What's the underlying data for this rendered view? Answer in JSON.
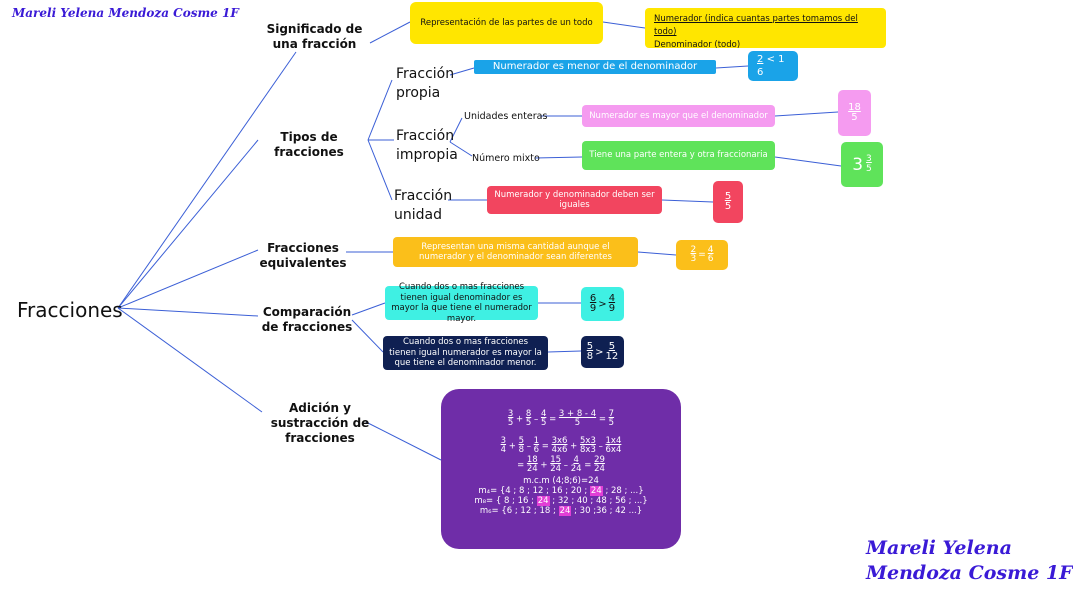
{
  "author_top": "Mareli Yelena Mendoza Cosme 1F",
  "author_bottom_line1": "Mareli Yelena",
  "author_bottom_line2": "Mendoza Cosme 1F",
  "root": "Fracciones",
  "branches": {
    "significado": "Significado de una fracción",
    "tipos": "Tipos de fracciones",
    "equivalentes": "Fracciones equivalentes",
    "comparacion": "Comparación de fracciones",
    "adicion": "Adición y sustracción de fracciones"
  },
  "significado": {
    "box": "Representación de las partes de un todo",
    "numerador": "Numerador (indica cuantas partes tomamos del todo)",
    "denominador": "Denominador (todo)"
  },
  "tipos": {
    "propia": {
      "label": "Fracción propia",
      "desc": "Numerador es menor de el denominador",
      "ex_a": "2",
      "ex_op": "<",
      "ex_b": "1",
      "ex_den": "6"
    },
    "impropia": {
      "label": "Fracción impropia",
      "unidades": {
        "label": "Unidades enteras",
        "desc": "Numerador es mayor que el denominador",
        "ex_num": "18",
        "ex_den": "5"
      },
      "mixto": {
        "label": "Número mixto",
        "desc": "Tiene una parte entera y otra fraccionaria",
        "ex_whole": "3",
        "ex_num": "3",
        "ex_den": "5"
      }
    },
    "unidad": {
      "label": "Fracción unidad",
      "desc": "Numerador y denominador deben ser iguales",
      "ex_num": "5",
      "ex_den": "5"
    }
  },
  "equivalentes": {
    "desc": "Representan una misma cantidad aunque el numerador y el denominador sean diferentes",
    "ex": [
      "2",
      "3",
      "=",
      "4",
      "6"
    ]
  },
  "comparacion": {
    "c1": {
      "desc": "Cuando dos o mas fracciones tienen igual denominador es mayor la que tiene el numerador mayor.",
      "ex": [
        "6",
        "9",
        ">",
        "4",
        "9"
      ]
    },
    "c2": {
      "desc": "Cuando dos o mas fracciones tienen igual numerador es mayor la que tiene el denominador menor.",
      "ex": [
        "5",
        "8",
        ">",
        "5",
        "12"
      ]
    }
  },
  "adicion": {
    "eq1": {
      "a": [
        "3",
        "5"
      ],
      "b": [
        "8",
        "5"
      ],
      "c": [
        "4",
        "5"
      ],
      "sum": [
        "3 + 8 - 4",
        "5"
      ],
      "res": [
        "7",
        "5"
      ]
    },
    "eq2": {
      "a": [
        "3",
        "4"
      ],
      "b": [
        "5",
        "8"
      ],
      "c": [
        "1",
        "6"
      ],
      "s1": [
        "3x6",
        "4x6"
      ],
      "s2": [
        "5x3",
        "8x3"
      ],
      "s3": [
        "1x4",
        "6x4"
      ]
    },
    "eq3": {
      "a": [
        "18",
        "24"
      ],
      "b": [
        "15",
        "24"
      ],
      "c": [
        "4",
        "24"
      ],
      "res": [
        "29",
        "24"
      ]
    },
    "mcm": "m.c.m (4;8;6)=24",
    "m1_pre": "m₄= {4 ; 8 ; 12 ; 16 ; 20 ;",
    "m1_hl": "24",
    "m1_post": "; 28 ; ...}",
    "m2_pre": "m₈= { 8 ; 16 ;",
    "m2_hl": "24",
    "m2_post": "; 32 ; 40 ; 48 ; 56 ; ...}",
    "m3_pre": "m₆= {6 ; 12 ; 18 ;",
    "m3_hl": "24",
    "m3_post": "; 30 ;36 ; 42 ...}"
  },
  "colors": {
    "line": "#3b5fd6",
    "yellow": "#ffe600",
    "blue": "#1aa3e8",
    "pink": "#f59bf0",
    "green": "#5fe35a",
    "red": "#f2455f",
    "orange": "#fbbf1a",
    "cyan": "#3ff0e3",
    "navy": "#0f2052",
    "purple": "#6f2da8",
    "author": "#3a1ad6"
  }
}
